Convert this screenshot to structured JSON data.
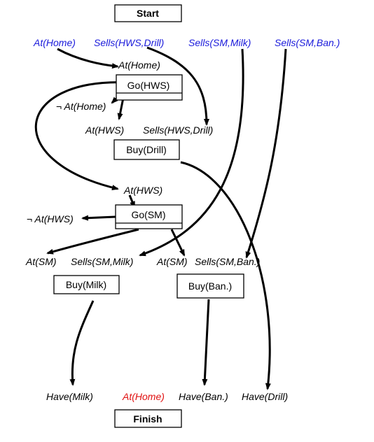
{
  "colors": {
    "initial": "#1a1adb",
    "goal": "#e01010",
    "text": "#000000"
  },
  "initial_state": {
    "at_home": "At(Home)",
    "sells_hws_drill": "Sells(HWS,Drill)",
    "sells_sm_milk": "Sells(SM,Milk)",
    "sells_sm_ban": "Sells(SM,Ban.)"
  },
  "actions": {
    "start": "Start",
    "go_hws": "Go(HWS)",
    "buy_drill": "Buy(Drill)",
    "go_sm": "Go(SM)",
    "buy_milk": "Buy(Milk)",
    "buy_ban": "Buy(Ban.)",
    "finish": "Finish"
  },
  "go_hws_labels": {
    "precond_at_home": "At(Home)",
    "effect_not_at_home": "¬ At(Home)",
    "effect_at_hws": "At(HWS)",
    "precond_sells_hws_drill": "Sells(HWS,Drill)"
  },
  "go_sm_labels": {
    "precond_at_hws": "At(HWS)",
    "effect_not_at_hws": "¬ At(HWS)"
  },
  "buy_labels": {
    "at_sm_1": "At(SM)",
    "sells_sm_milk": "Sells(SM,Milk)",
    "at_sm_2": "At(SM)",
    "sells_sm_ban": "Sells(SM,Ban.)"
  },
  "goals": {
    "have_milk": "Have(Milk)",
    "at_home": "At(Home)",
    "have_ban": "Have(Ban.)",
    "have_drill": "Have(Drill)"
  }
}
